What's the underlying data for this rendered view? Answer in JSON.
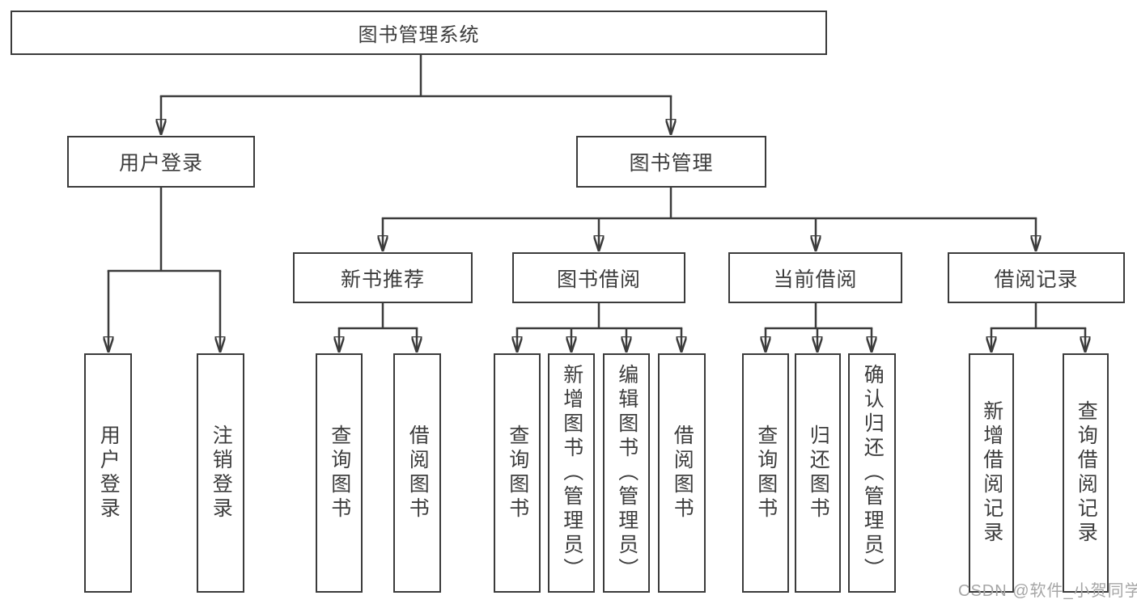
{
  "colors": {
    "line": "#3b3b3b",
    "text": "#3d3d3d",
    "background": "#ffffff",
    "watermark_color": "#a6a6a6"
  },
  "watermark": "CSDN @软件_小贺同学",
  "tree": {
    "label": "图书管理系统",
    "children": [
      {
        "label": "用户登录",
        "children": [
          {
            "label": "用户登录"
          },
          {
            "label": "注销登录"
          }
        ]
      },
      {
        "label": "图书管理",
        "children": [
          {
            "label": "新书推荐",
            "children": [
              {
                "label": "查询图书"
              },
              {
                "label": "借阅图书"
              }
            ]
          },
          {
            "label": "图书借阅",
            "children": [
              {
                "label": "查询图书"
              },
              {
                "label": "新增图书（管理员）"
              },
              {
                "label": "编辑图书（管理员）"
              },
              {
                "label": "借阅图书"
              }
            ]
          },
          {
            "label": "当前借阅",
            "children": [
              {
                "label": "查询图书"
              },
              {
                "label": "归还图书"
              },
              {
                "label": "确认归还（管理员）"
              }
            ]
          },
          {
            "label": "借阅记录",
            "children": [
              {
                "label": "新增借阅记录"
              },
              {
                "label": "查询借阅记录"
              }
            ]
          }
        ]
      }
    ]
  }
}
